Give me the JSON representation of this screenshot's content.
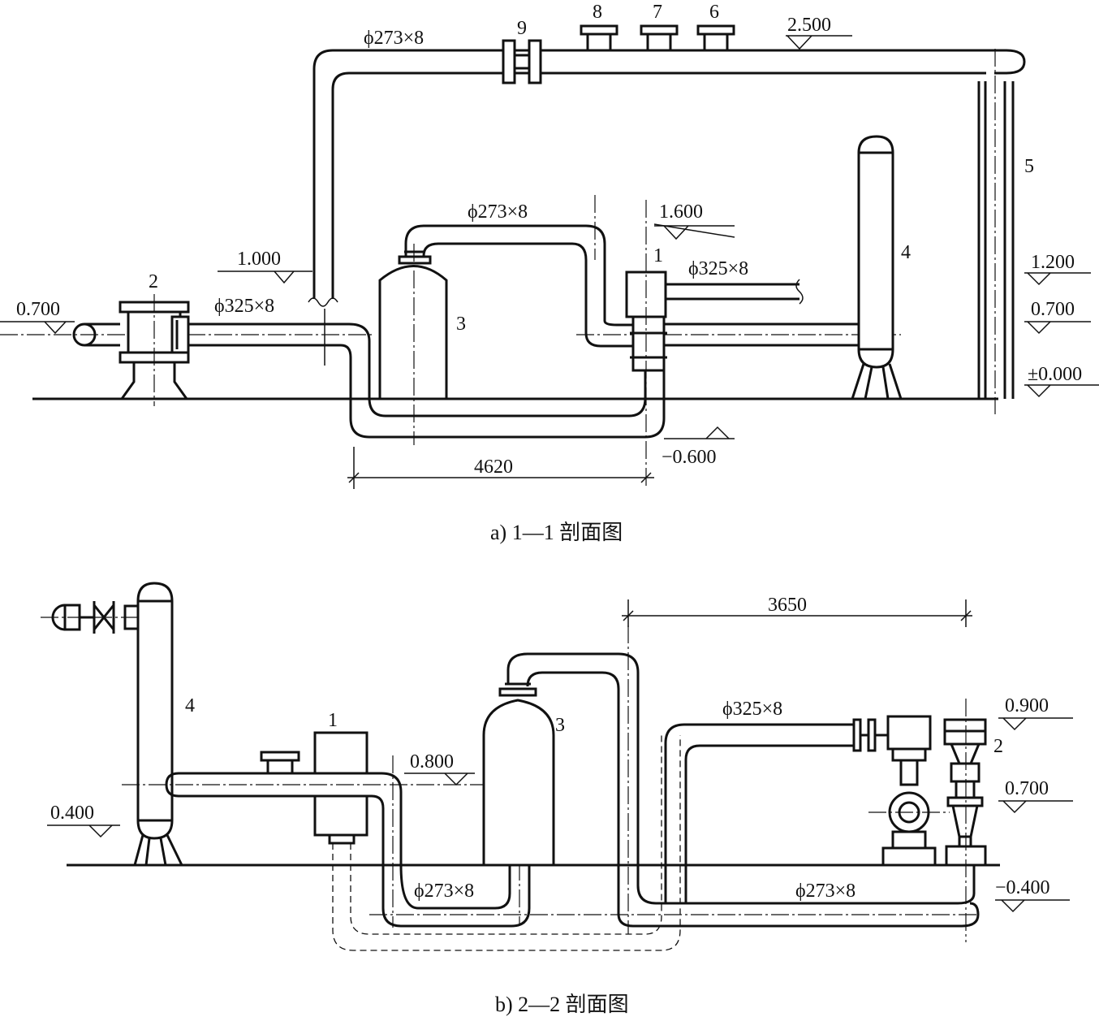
{
  "section_a": {
    "caption": "a) 1—1 剖面图",
    "elevations": {
      "e2500": "2.500",
      "e1600": "1.600",
      "e1000": "1.000",
      "e0700_left": "0.700",
      "e1200": "1.200",
      "e0700_right": "0.700",
      "e0000": "±0.000",
      "em0600": "−0.600"
    },
    "pipe_sizes": {
      "top_main": "ϕ273×8",
      "upper_loop": "ϕ273×8",
      "inlet": "ϕ325×8",
      "branch": "ϕ325×8"
    },
    "dimension": "4620",
    "item_labels": {
      "n1": "1",
      "n2": "2",
      "n3": "3",
      "n4": "4",
      "n5": "5",
      "n6": "6",
      "n7": "7",
      "n8": "8",
      "n9": "9"
    }
  },
  "section_b": {
    "caption": "b) 2—2 剖面图",
    "elevations": {
      "e0900": "0.900",
      "e0800": "0.800",
      "e0700": "0.700",
      "e0400": "0.400",
      "em0400": "−0.400"
    },
    "pipe_sizes": {
      "top_right": "ϕ325×8",
      "loop_left": "ϕ273×8",
      "bottom_right": "ϕ273×8"
    },
    "dimension": "3650",
    "item_labels": {
      "n1": "1",
      "n2": "2",
      "n3": "3",
      "n4": "4"
    }
  }
}
